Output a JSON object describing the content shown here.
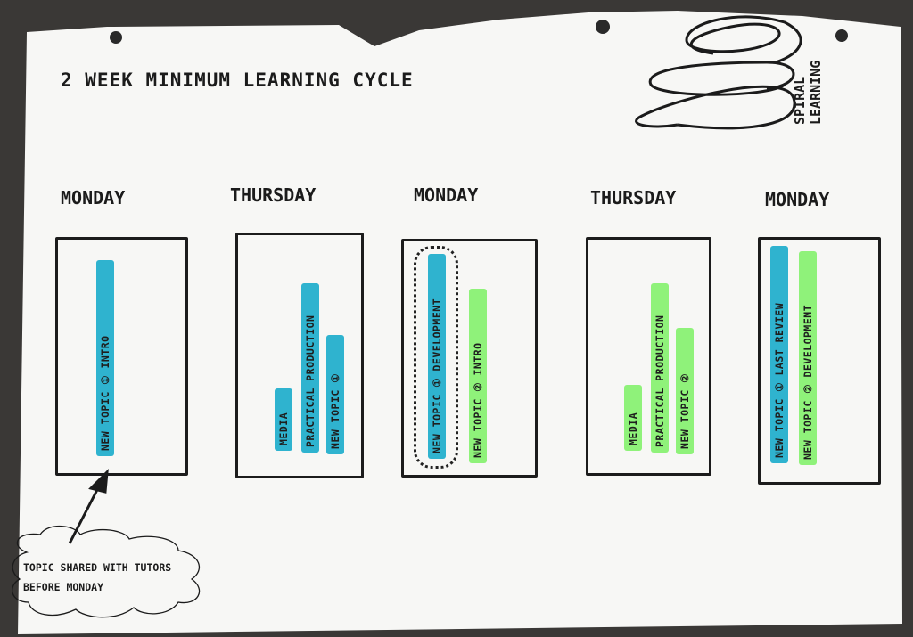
{
  "title": "2 week minimum learning cycle",
  "spiral_label": "Spiral learning",
  "columns": [
    {
      "day": "Monday",
      "bars": [
        {
          "color": "blue",
          "text": "New topic ① intro"
        }
      ]
    },
    {
      "day": "Thursday",
      "bars": [
        {
          "color": "blue",
          "text": "Media"
        },
        {
          "color": "blue",
          "text": "Practical production"
        },
        {
          "color": "blue",
          "text": "New topic ①"
        }
      ]
    },
    {
      "day": "Monday",
      "bars": [
        {
          "color": "blue",
          "text": "New topic ① development"
        },
        {
          "color": "green",
          "text": "New topic ② intro"
        }
      ]
    },
    {
      "day": "Thursday",
      "bars": [
        {
          "color": "green",
          "text": "Media"
        },
        {
          "color": "green",
          "text": "Practical production"
        },
        {
          "color": "green",
          "text": "New topic ②"
        }
      ]
    },
    {
      "day": "Monday",
      "bars": [
        {
          "color": "blue",
          "text": "New topic ① last review"
        },
        {
          "color": "green",
          "text": "New topic ② development"
        }
      ]
    }
  ],
  "note": "Topic shared with tutors before Monday",
  "colors": {
    "blue_highlighter": "#2fb3cf",
    "green_highlighter": "#8ff27a",
    "ink": "#1c1c1c",
    "paper": "#f7f7f5",
    "background": "#3a3836"
  }
}
